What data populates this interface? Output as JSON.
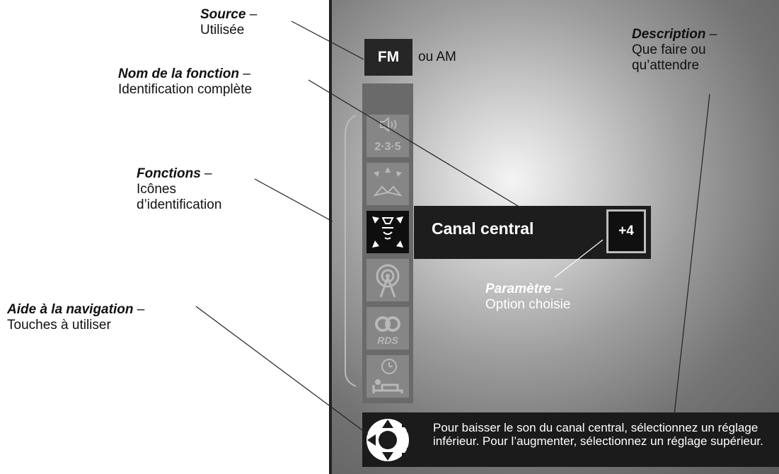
{
  "callouts": {
    "source": {
      "title": "Source",
      "desc": "Utilisée"
    },
    "function_name": {
      "title": "Nom de la fonction",
      "desc": "Identification complète"
    },
    "functions": {
      "title": "Fonctions",
      "desc1": "Icônes",
      "desc2": "d’identification"
    },
    "navigation": {
      "title": "Aide à la navigation",
      "desc": "Touches à utiliser"
    },
    "description": {
      "title": "Description",
      "desc1": "Que faire ou",
      "desc2": "qu’attendre"
    },
    "parameter": {
      "title": "Paramètre",
      "desc": "Option choisie"
    }
  },
  "dash": " –",
  "screen": {
    "source_badge": "FM",
    "source_alt": "ou AM",
    "icons": [
      {
        "name": "speaker-235-icon",
        "label": "2·3·5",
        "active": false
      },
      {
        "name": "surround-speakers-icon",
        "label": "",
        "active": false
      },
      {
        "name": "center-channel-icon",
        "label": "",
        "active": true
      },
      {
        "name": "antenna-icon",
        "label": "",
        "active": false
      },
      {
        "name": "rds-icon",
        "label": "RDS",
        "active": false
      },
      {
        "name": "sleep-timer-icon",
        "label": "",
        "active": false
      }
    ],
    "function_name": "Canal central",
    "parameter_value": "+4",
    "description_text": "Pour baisser le son du canal central, sélectionnez un réglage inférieur. Pour l’augmenter, sélectionnez un réglage supérieur."
  },
  "colors": {
    "screen_dark": "#1d1d1d",
    "callout_text": "#111111",
    "param_border": "#bdbdbd"
  }
}
